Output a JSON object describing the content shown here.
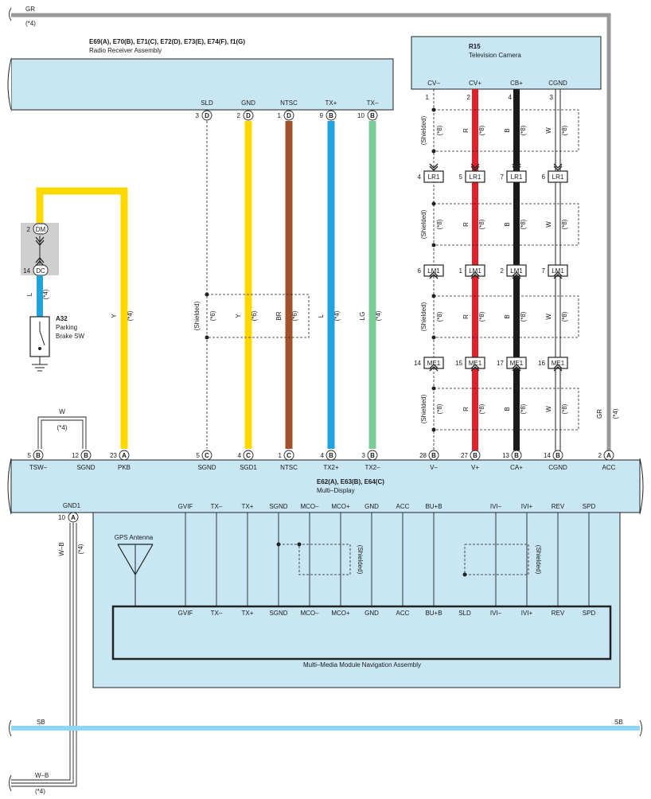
{
  "top_bus": {
    "label": "GR",
    "note": "(*4)"
  },
  "bottom_bus": {
    "label": "SB",
    "label_right": "SB"
  },
  "ground_bus": {
    "label": "W–B",
    "note": "(*4)"
  },
  "radio": {
    "codes": "E69(A), E70(B), E71(C), E72(D), E73(E), E74(F), f1(G)",
    "name": "Radio Receiver Assembly",
    "pins": [
      {
        "label": "SLD",
        "num": "3",
        "conn": "D"
      },
      {
        "label": "GND",
        "num": "2",
        "conn": "D"
      },
      {
        "label": "NTSC",
        "num": "1",
        "conn": "D"
      },
      {
        "label": "TX+",
        "num": "9",
        "conn": "B"
      },
      {
        "label": "TX–",
        "num": "10",
        "conn": "B"
      }
    ]
  },
  "camera": {
    "code": "R15",
    "name": "Television Camera",
    "pins": [
      {
        "label": "CV–",
        "num": "1"
      },
      {
        "label": "CV+",
        "num": "2"
      },
      {
        "label": "CB+",
        "num": "4"
      },
      {
        "label": "CGND",
        "num": "3"
      }
    ]
  },
  "shielded": "(Shielded)",
  "note4": "(*4)",
  "note6": "(*6)",
  "note8": "(*8)",
  "connectors": {
    "lr1": {
      "name": "LR1",
      "pins": [
        "4",
        "5",
        "7",
        "6"
      ]
    },
    "lm1": {
      "name": "LM1",
      "pins": [
        "6",
        "1",
        "2",
        "7"
      ]
    },
    "me1": {
      "name": "ME1",
      "pins": [
        "14",
        "15",
        "17",
        "16"
      ]
    }
  },
  "cam_wire_colors": [
    "R",
    "B",
    "W"
  ],
  "dm": {
    "num": "2",
    "name": "DM"
  },
  "dc": {
    "num": "14",
    "name": "DC"
  },
  "parking": {
    "code": "A32",
    "name_line1": "Parking",
    "name_line2": "Brake SW",
    "wire": "L"
  },
  "wires": {
    "pkb": "Y",
    "sgd1": "Y",
    "ntsc": "BR",
    "tx_plus": "L",
    "tx_minus": "LG",
    "tsw": "W",
    "acc": "GR",
    "gnd1": "W–B"
  },
  "multi_display": {
    "codes": "E62(A), E63(B), E64(C)",
    "name": "Multi–Display",
    "pins": [
      {
        "label": "TSW–",
        "num": "5",
        "conn": "B"
      },
      {
        "label": "SGND",
        "num": "12",
        "conn": "B"
      },
      {
        "label": "PKB",
        "num": "23",
        "conn": "A"
      },
      {
        "label": "SGND",
        "num": "5",
        "conn": "C"
      },
      {
        "label": "SGD1",
        "num": "4",
        "conn": "C"
      },
      {
        "label": "NTSC",
        "num": "1",
        "conn": "C"
      },
      {
        "label": "TX2+",
        "num": "4",
        "conn": "B"
      },
      {
        "label": "TX2–",
        "num": "3",
        "conn": "B"
      },
      {
        "label": "V–",
        "num": "28",
        "conn": "B"
      },
      {
        "label": "V+",
        "num": "27",
        "conn": "B"
      },
      {
        "label": "CA+",
        "num": "13",
        "conn": "B"
      },
      {
        "label": "CGND",
        "num": "14",
        "conn": "B"
      },
      {
        "label": "ACC",
        "num": "2",
        "conn": "A"
      }
    ],
    "gnd_pin": {
      "label": "GND1",
      "num": "10",
      "conn": "A"
    },
    "nav_pins_top": [
      "GVIF",
      "TX–",
      "TX+",
      "SGND",
      "MCO–",
      "MCO+",
      "GND",
      "ACC",
      "BU+B",
      "IVI–",
      "IVI+",
      "REV",
      "SPD"
    ]
  },
  "gps": {
    "label": "GPS Antenna"
  },
  "nav": {
    "name": "Multi–Media Module Navigation Assembly",
    "pins": [
      "GVIF",
      "TX–",
      "TX+",
      "SGND",
      "MCO–",
      "MCO+",
      "GND",
      "ACC",
      "BU+B",
      "SLD",
      "IVI–",
      "IVI+",
      "REV",
      "SPD"
    ]
  },
  "colors": {
    "panel": "#c9e6f5",
    "yellow": "#ffd800",
    "brown": "#a0522d",
    "blue": "#1fa4e0",
    "green": "#7dcb95",
    "red": "#e0202a",
    "black": "#1a1a1a",
    "gray": "#9a9a9a",
    "light_blue": "#8fd6f5",
    "connector_gray": "#cfcfcf"
  }
}
